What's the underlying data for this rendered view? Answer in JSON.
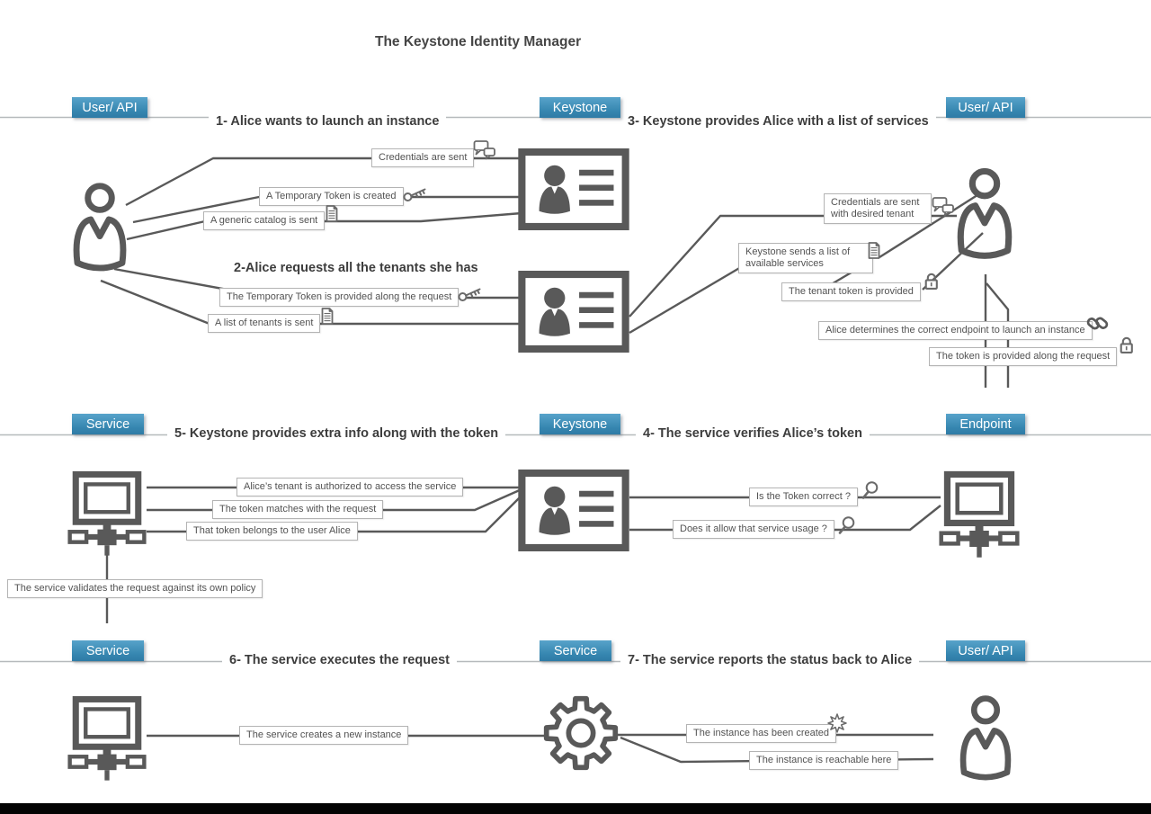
{
  "title": "The Keystone Identity Manager",
  "colors": {
    "accent_blue": "#3585af",
    "icon_gray": "#595959",
    "divider_gray": "#b6babc",
    "callout_border": "#b4b4b4",
    "footer_bar": "#030303"
  },
  "headers": {
    "row1": [
      "User/ API",
      "Keystone",
      "User/ API"
    ],
    "row2": [
      "Service",
      "Keystone",
      "Endpoint"
    ],
    "row3": [
      "Service",
      "Service",
      "User/ API"
    ]
  },
  "steps": {
    "s1": "1- Alice wants to launch an instance",
    "s2": "2-Alice requests all the tenants she has",
    "s3": "3- Keystone provides Alice with a list of services",
    "s4": "4- The service verifies Alice’s token",
    "s5": "5- Keystone provides extra info along with the token",
    "s6": "6- The service executes the request",
    "s7": "7- The service reports the status back to Alice"
  },
  "callouts": {
    "credentials_sent": "Credentials are sent",
    "temp_token_created": "A Temporary Token is created",
    "generic_catalog_sent": "A generic catalog is sent",
    "temp_token_provided": "The Temporary Token is provided along the request",
    "tenants_list_sent": "A list of tenants is sent",
    "credentials_desired_tenant": "Credentials are sent with desired tenant",
    "keystone_sends_services": "Keystone sends a list of available services",
    "tenant_token_provided": "The tenant token is provided",
    "alice_determines_endpoint": "Alice determines the correct endpoint to launch an instance",
    "token_provided_along_request": "The token is provided along the request",
    "tenant_authorized": "Alice’s tenant is authorized to access the service",
    "token_matches": "The token matches with the request",
    "token_belongs": "That token belongs to the user Alice",
    "is_token_correct": "Is the Token correct ?",
    "service_usage": "Does it allow that service usage ?",
    "policy_validation": "The service validates the request against its own policy",
    "creates_instance": "The service creates a new instance",
    "instance_created": "The instance has been created",
    "instance_reachable": "The instance is reachable here"
  }
}
